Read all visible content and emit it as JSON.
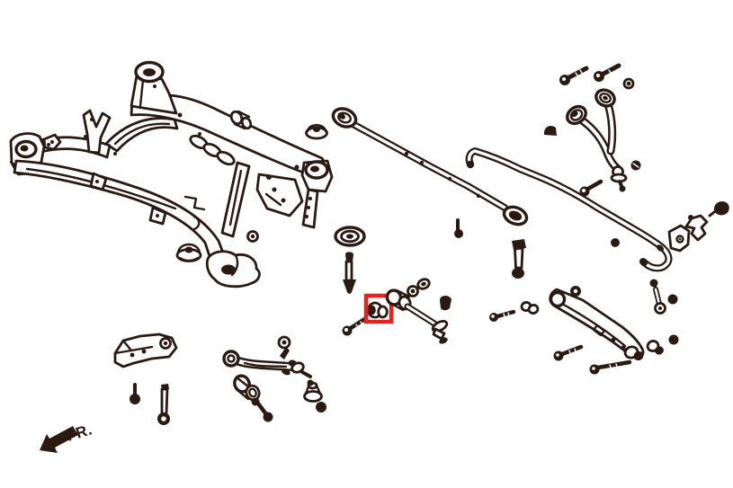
{
  "diagram": {
    "fr_label": "FR.",
    "colors": {
      "ink": "#2b1a12",
      "bg": "#ffffff",
      "hl": "#e8211d"
    },
    "highlight": {
      "part": "toe-link-bushing",
      "color": "#e8211d"
    },
    "parts": [
      "rear-subframe",
      "subframe-top-mount-bushing",
      "dome-washer",
      "dome-bushing",
      "spacer-bushing",
      "front-lateral-rod",
      "stepped-washer",
      "washer-bolt",
      "stabilizer-bar",
      "stabilizer-bushing-block",
      "stabilizer-bracket",
      "stabilizer-end-link",
      "rear-upper-control-arm",
      "upper-arm-bolts",
      "toe-control-link",
      "toe-link-bushing-highlighted",
      "rear-lower-control-arm",
      "front-lower-control-arm",
      "support-bracket-stay",
      "assorted-bolts-washers",
      "fr-direction-arrow"
    ]
  }
}
